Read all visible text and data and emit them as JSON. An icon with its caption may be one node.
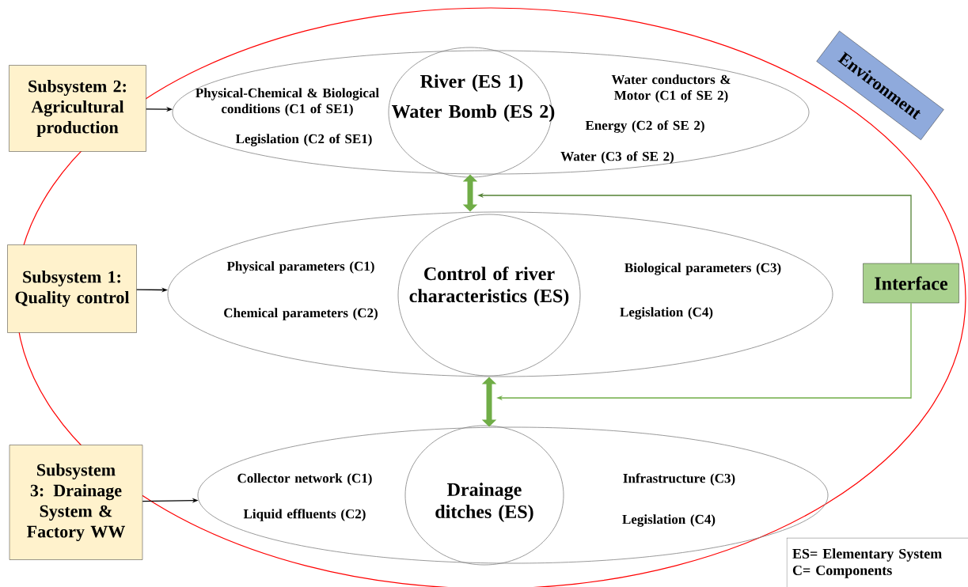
{
  "diagram": {
    "nodes": [
      {
        "text": [],
        "shape": "ellipse"
      },
      {
        "text": [
          "Environment"
        ]
      },
      {
        "text": [
          "Subsystem 2: Agricultural production"
        ]
      },
      {
        "text": [
          "Physical-Chemical & Biological conditions (C1 of SE1)",
          "Legislation (C2 of SE1)",
          "Water conductors & Motor (C1 of SE 2)",
          "Energy (C2 of SE 2)",
          "Water (C3 of SE 2)"
        ],
        "in": 0
      },
      {
        "text": [
          "River (ES 1)",
          "Water Bomb (ES 2)"
        ],
        "in": 3
      },
      {
        "text": [
          "Subsystem 1: Quality control"
        ]
      },
      {
        "text": [
          "Physical parameters (C1)",
          "Chemical parameters (C2)",
          "Biological parameters (C3)",
          "Legislation (C4)"
        ],
        "in": 0
      },
      {
        "text": [
          "Control of river characteristics (ES)"
        ],
        "in": 6
      },
      {
        "text": [
          "Interface"
        ],
        "in": 0
      },
      {
        "text": [
          "Subsystem 3: Drainage System & Factory WW"
        ]
      },
      {
        "text": [
          "Collector network (C1)",
          "Liquid effluents (C2)",
          "Infrastructure (C3)",
          "Legislation (C4)"
        ],
        "in": 0
      },
      {
        "text": [
          "Drainage ditches (ES)"
        ],
        "in": 10
      },
      {
        "text": [
          "ES= Elementary System",
          "C= Components"
        ]
      }
    ],
    "edges": [
      {
        "from": 2,
        "to": 3,
        "arrow": "to"
      },
      {
        "from": 5,
        "to": 6,
        "arrow": "to"
      },
      {
        "from": 9,
        "to": 10,
        "arrow": "to"
      },
      {
        "from": 3,
        "to": 6,
        "arrow": "both",
        "style": "thick",
        "color": "#70ad47"
      },
      {
        "from": 6,
        "to": 10,
        "arrow": "both",
        "style": "thick",
        "color": "#70ad47"
      },
      {
        "from": 8,
        "to": null,
        "arrow": "to",
        "color": "#548235"
      },
      {
        "from": 8,
        "to": null,
        "arrow": "to",
        "color": "#70ad47"
      }
    ]
  }
}
